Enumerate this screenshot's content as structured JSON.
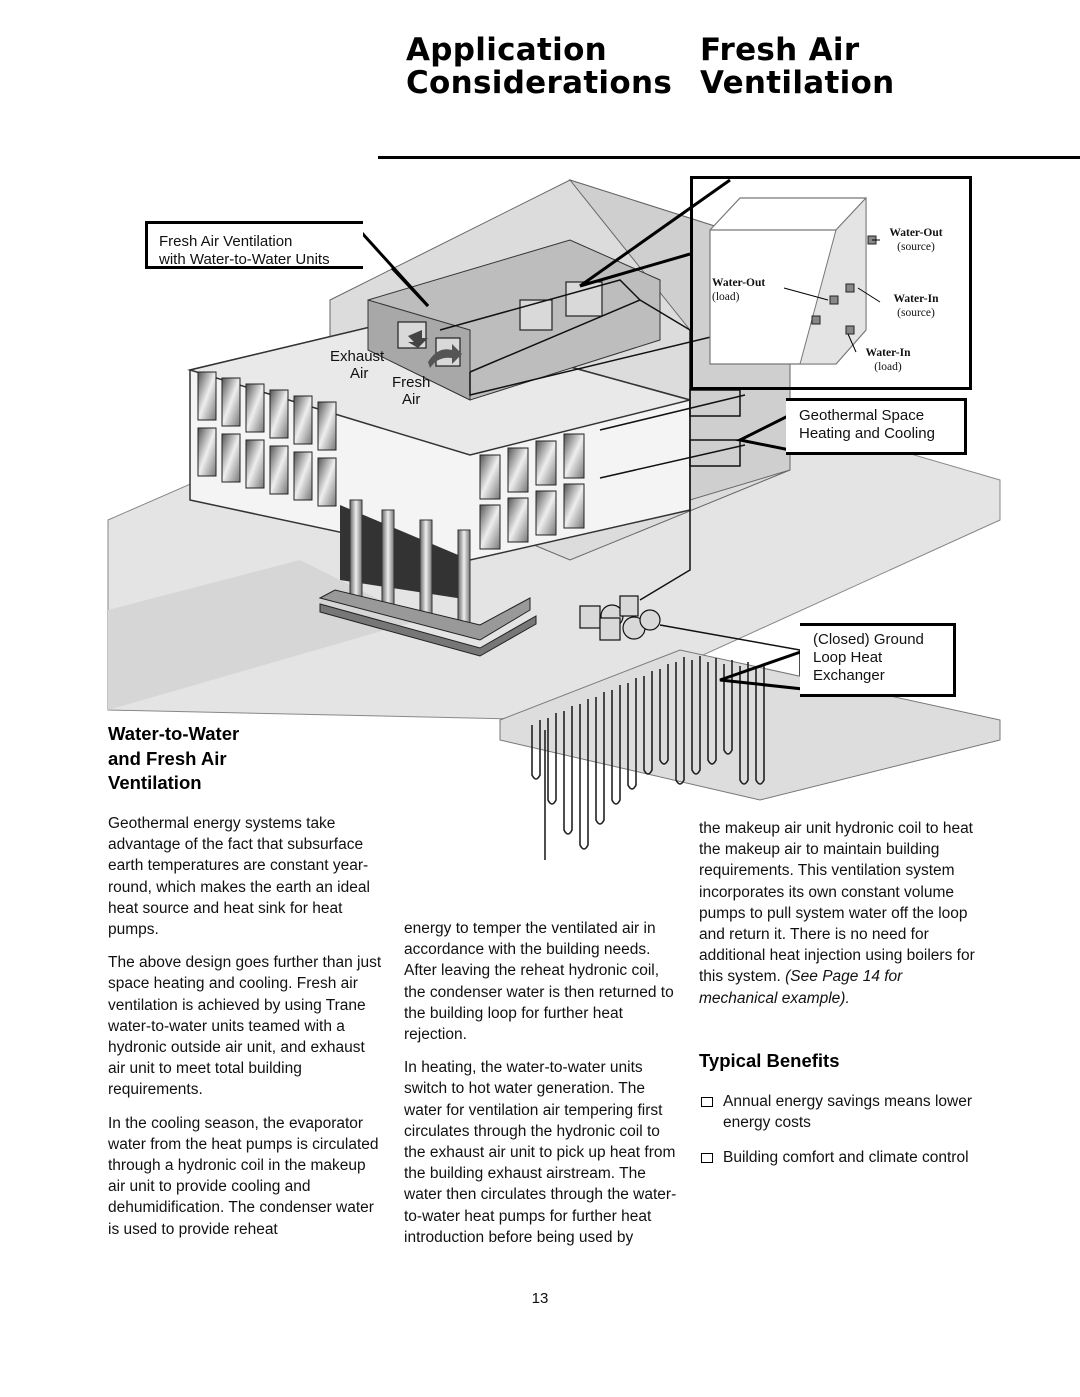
{
  "header": {
    "section_line1": "Application",
    "section_line2": "Considerations",
    "title_line1": "Fresh Air",
    "title_line2": "Ventilation"
  },
  "figure": {
    "callout_top_left_line1": "Fresh Air Ventilation",
    "callout_top_left_line2": "with Water-to-Water Units",
    "exhaust_label_line1": "Exhaust",
    "exhaust_label_line2": "Air",
    "fresh_label_line1": "Fresh",
    "fresh_label_line2": "Air",
    "unit_labels": {
      "water_out_source": "Water-Out",
      "water_out_source_sub": "(source)",
      "water_out_load": "Water-Out",
      "water_out_load_sub": "(load)",
      "water_in_source": "Water-In",
      "water_in_source_sub": "(source)",
      "water_in_load": "Water-In",
      "water_in_load_sub": "(load)"
    },
    "callout_geothermal_line1": "Geothermal Space",
    "callout_geothermal_line2": "Heating and Cooling",
    "callout_ground_line1": "(Closed) Ground",
    "callout_ground_line2": "Loop Heat",
    "callout_ground_line3": "Exchanger"
  },
  "article": {
    "heading_line1": "Water-to-Water",
    "heading_line2": "and Fresh Air",
    "heading_line3": "Ventilation",
    "col1_p1": "Geothermal energy systems take advantage of the fact that subsurface earth temperatures are constant year-round, which makes the earth an ideal heat source and heat sink for heat pumps.",
    "col1_p2": "The above design goes further than just space heating and cooling. Fresh air ventilation is achieved by using Trane water-to-water units teamed with a hydronic outside air unit, and exhaust air unit to meet total building requirements.",
    "col1_p3": "In the cooling season, the evaporator water from the heat pumps is circulated through a hydronic coil in the makeup air unit to provide cooling and dehumidification. The condenser water is used to provide reheat",
    "col2_p1": "energy to temper the ventilated air in accordance with the building needs. After leaving the reheat hydronic coil, the condenser water is then returned to the building loop for further heat rejection.",
    "col2_p2": "In heating, the water-to-water units switch to hot water generation. The water for ventilation air tempering first circulates through the hydronic coil to the exhaust air unit to pick up heat from the building exhaust airstream. The water then circulates through the water-to-water heat pumps for further heat introduction before being used by",
    "col3_p1": "the makeup air unit hydronic coil to heat the makeup air to maintain building requirements. This ventilation system incorporates its own constant volume pumps to pull system water off the loop and return it. There is no need for additional heat injection using boilers for this system.",
    "col3_p1_ref": "(See Page 14 for mechanical example).",
    "benefits_heading": "Typical Benefits",
    "benefits": [
      "Annual energy savings means lower energy costs",
      "Building comfort and climate control"
    ]
  },
  "page_number": "13"
}
